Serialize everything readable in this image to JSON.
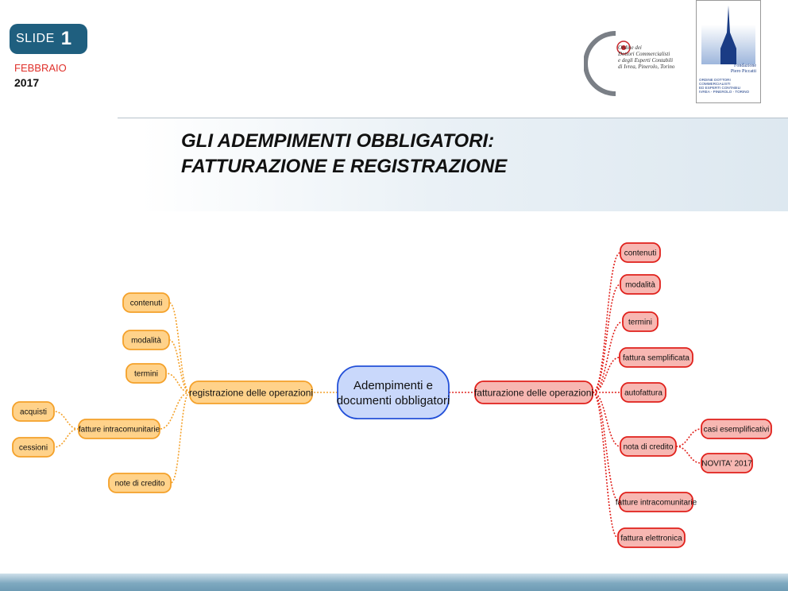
{
  "header": {
    "slide_label": "SLIDE",
    "slide_number": "1",
    "month": "FEBBRAIO",
    "year": "2017"
  },
  "logos": {
    "ordine_lines": [
      "Ordine dei",
      "Dottori Commercialisti",
      "e degli Esperti Contabili",
      "di Ivrea, Pinerolo, Torino"
    ],
    "fondazione_lines": [
      "Fondazione",
      "Piero Piccatti"
    ],
    "fondazione_sub": [
      "ORDINE DOTTORI",
      "COMMERCIALISTI",
      "ED ESPERTI CONTABILI",
      "IVREA - PINEROLO - TORINO"
    ]
  },
  "title": {
    "line1": "GLI ADEMPIMENTI OBBLIGATORI:",
    "line2": "FATTURAZIONE E REGISTRAZIONE"
  },
  "colors": {
    "accent": "#1f5f7f",
    "central_fill": "#c9d8fb",
    "central_stroke": "#2350d8",
    "left_fill": "#ffd28a",
    "left_stroke": "#f4a12a",
    "right_fill": "#f7b7b2",
    "right_stroke": "#e0201b"
  },
  "mindmap": {
    "center": "Adempimenti e|documenti obbligatori",
    "left_branch": {
      "label": "registrazione delle operazioni",
      "children": [
        {
          "label": "contenuti"
        },
        {
          "label": "modalità"
        },
        {
          "label": "termini"
        },
        {
          "label": "fatture intracomunitarie",
          "children": [
            "acquisti",
            "cessioni"
          ]
        },
        {
          "label": "note di credito"
        }
      ]
    },
    "right_branch": {
      "label": "fatturazione delle operazioni",
      "children": [
        {
          "label": "contenuti"
        },
        {
          "label": "modalità"
        },
        {
          "label": "termini"
        },
        {
          "label": "fattura semplificata"
        },
        {
          "label": "autofattura"
        },
        {
          "label": "nota di credito",
          "children": [
            "casi esemplificativi",
            "NOVITA' 2017"
          ]
        },
        {
          "label": "fatture intracomunitarie"
        },
        {
          "label": "fattura elettronica"
        }
      ]
    }
  }
}
